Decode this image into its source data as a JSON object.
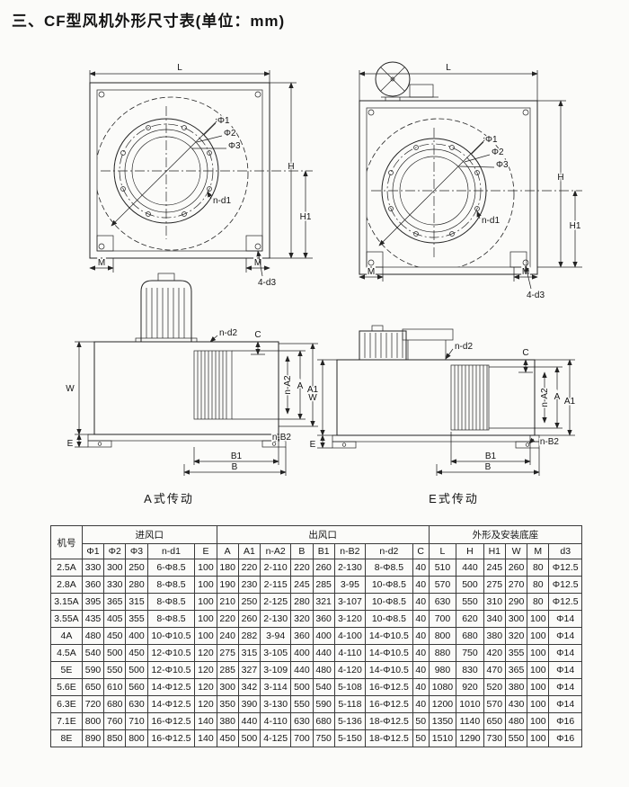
{
  "page": {
    "title": "三、CF型风机外形尺寸表(单位：mm)"
  },
  "labels": {
    "L": "L",
    "H": "H",
    "H1": "H1",
    "M": "M",
    "d3": "4-d3",
    "phi1": "Φ1",
    "phi2": "Φ2",
    "phi3": "Φ3",
    "nd1": "n-d1",
    "nd2": "n-d2",
    "C": "C",
    "A": "A",
    "A1": "A1",
    "nA2": "n-A2",
    "B": "B",
    "B1": "B1",
    "nB2": "n-B2",
    "W": "W",
    "E": "E",
    "caption_a": "A式传动",
    "caption_e": "E式传动"
  },
  "table": {
    "groups": [
      {
        "label": "机号",
        "colspan": 1,
        "rowspan": 2
      },
      {
        "label": "进风口",
        "colspan": 5,
        "rowspan": 1
      },
      {
        "label": "出风口",
        "colspan": 8,
        "rowspan": 1
      },
      {
        "label": "外形及安装底座",
        "colspan": 6,
        "rowspan": 1
      }
    ],
    "sub_headers": [
      "Φ1",
      "Φ2",
      "Φ3",
      "n-d1",
      "E",
      "A",
      "A1",
      "n-A2",
      "B",
      "B1",
      "n-B2",
      "n-d2",
      "C",
      "L",
      "H",
      "H1",
      "W",
      "M",
      "d3"
    ],
    "rows": [
      [
        "2.5A",
        "330",
        "300",
        "250",
        "6-Φ8.5",
        "100",
        "180",
        "220",
        "2-110",
        "220",
        "260",
        "2-130",
        "8-Φ8.5",
        "40",
        "510",
        "440",
        "245",
        "260",
        "80",
        "Φ12.5"
      ],
      [
        "2.8A",
        "360",
        "330",
        "280",
        "8-Φ8.5",
        "100",
        "190",
        "230",
        "2-115",
        "245",
        "285",
        "3-95",
        "10-Φ8.5",
        "40",
        "570",
        "500",
        "275",
        "270",
        "80",
        "Φ12.5"
      ],
      [
        "3.15A",
        "395",
        "365",
        "315",
        "8-Φ8.5",
        "100",
        "210",
        "250",
        "2-125",
        "280",
        "321",
        "3-107",
        "10-Φ8.5",
        "40",
        "630",
        "550",
        "310",
        "290",
        "80",
        "Φ12.5"
      ],
      [
        "3.55A",
        "435",
        "405",
        "355",
        "8-Φ8.5",
        "100",
        "220",
        "260",
        "2-130",
        "320",
        "360",
        "3-120",
        "10-Φ8.5",
        "40",
        "700",
        "620",
        "340",
        "300",
        "100",
        "Φ14"
      ],
      [
        "4A",
        "480",
        "450",
        "400",
        "10-Φ10.5",
        "100",
        "240",
        "282",
        "3-94",
        "360",
        "400",
        "4-100",
        "14-Φ10.5",
        "40",
        "800",
        "680",
        "380",
        "320",
        "100",
        "Φ14"
      ],
      [
        "4.5A",
        "540",
        "500",
        "450",
        "12-Φ10.5",
        "120",
        "275",
        "315",
        "3-105",
        "400",
        "440",
        "4-110",
        "14-Φ10.5",
        "40",
        "880",
        "750",
        "420",
        "355",
        "100",
        "Φ14"
      ],
      [
        "5E",
        "590",
        "550",
        "500",
        "12-Φ10.5",
        "120",
        "285",
        "327",
        "3-109",
        "440",
        "480",
        "4-120",
        "14-Φ10.5",
        "40",
        "980",
        "830",
        "470",
        "365",
        "100",
        "Φ14"
      ],
      [
        "5.6E",
        "650",
        "610",
        "560",
        "14-Φ12.5",
        "120",
        "300",
        "342",
        "3-114",
        "500",
        "540",
        "5-108",
        "16-Φ12.5",
        "40",
        "1080",
        "920",
        "520",
        "380",
        "100",
        "Φ14"
      ],
      [
        "6.3E",
        "720",
        "680",
        "630",
        "14-Φ12.5",
        "120",
        "350",
        "390",
        "3-130",
        "550",
        "590",
        "5-118",
        "16-Φ12.5",
        "40",
        "1200",
        "1010",
        "570",
        "430",
        "100",
        "Φ14"
      ],
      [
        "7.1E",
        "800",
        "760",
        "710",
        "16-Φ12.5",
        "140",
        "380",
        "440",
        "4-110",
        "630",
        "680",
        "5-136",
        "18-Φ12.5",
        "50",
        "1350",
        "1140",
        "650",
        "480",
        "100",
        "Φ16"
      ],
      [
        "8E",
        "890",
        "850",
        "800",
        "16-Φ12.5",
        "140",
        "450",
        "500",
        "4-125",
        "700",
        "750",
        "5-150",
        "18-Φ12.5",
        "50",
        "1510",
        "1290",
        "730",
        "550",
        "100",
        "Φ16"
      ]
    ]
  }
}
